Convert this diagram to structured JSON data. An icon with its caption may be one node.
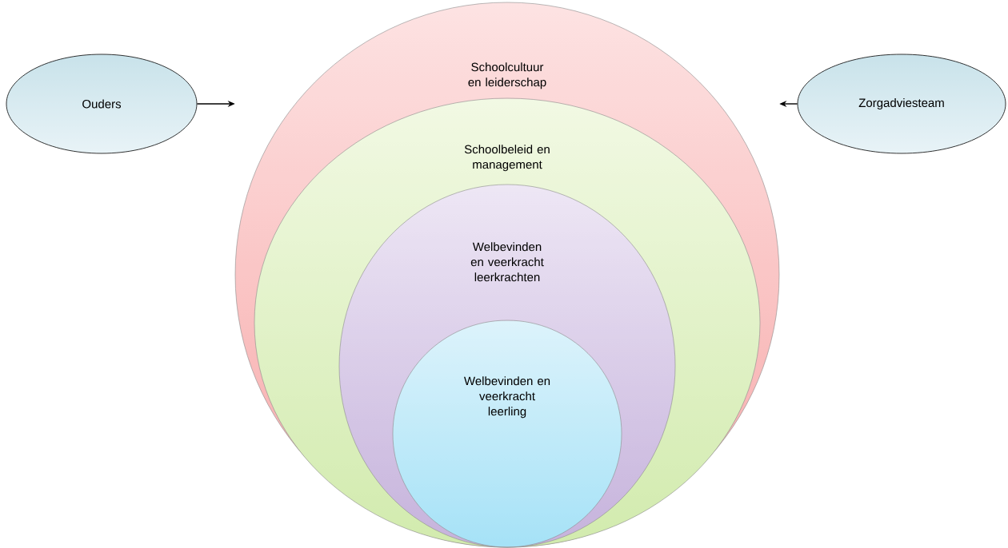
{
  "diagram": {
    "nodes": [
      {
        "text": [
          "Schoolcultuur en leiderschap"
        ]
      },
      {
        "text": [
          "Schoolbeleid en management"
        ],
        "in": 0
      },
      {
        "text": [
          "Welbevinden en veerkracht leerkrachten"
        ],
        "in": 1
      },
      {
        "text": [
          "Welbevinden en veerkracht leerling"
        ],
        "in": 2
      },
      {
        "text": [
          "Ouders"
        ]
      },
      {
        "text": [
          "Zorgadviesteam"
        ]
      }
    ],
    "edges": [
      {
        "from": 4,
        "to": 0,
        "arrow": "to"
      },
      {
        "from": 5,
        "to": 0,
        "arrow": "to"
      }
    ]
  }
}
